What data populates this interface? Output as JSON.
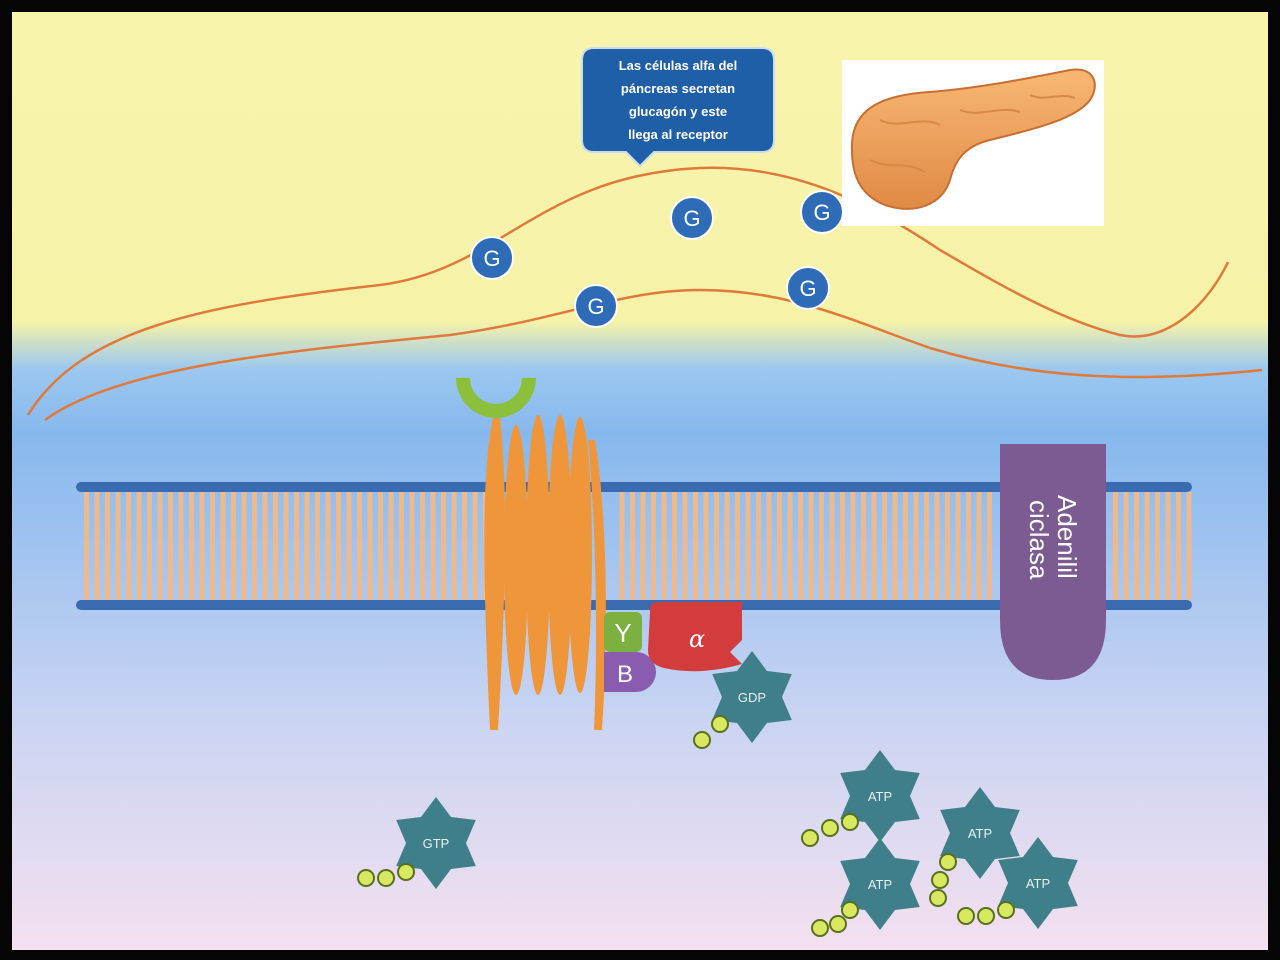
{
  "callout": {
    "lines": [
      "Las células alfa del",
      "páncreas secretan",
      "glucagón y este",
      "llega al receptor"
    ]
  },
  "glucagon": {
    "symbol": "G"
  },
  "g_protein": {
    "gamma_label": "Y",
    "beta_label": "B",
    "alpha_label": "α",
    "gdp_label": "GDP"
  },
  "enzyme": {
    "label_line1": "Adenilil",
    "label_line2": "ciclasa"
  },
  "molecules": {
    "gtp_label": "GTP",
    "atp_label": "ATP"
  },
  "colors": {
    "extracellular": "#f7f3a8",
    "cytoplasm_top": "#8cbcf0",
    "cytoplasm_bottom": "#f2dff0",
    "membrane_head": "#3a6bb0",
    "lipid_tail": "#f0b98a",
    "receptor": "#f0963a",
    "receptor_site": "#8cbf3c",
    "alpha": "#d23c3c",
    "beta": "#8a5cb0",
    "gamma": "#7cb040",
    "adenylyl_cyclase": "#7b5b92",
    "star": "#3f7f8a",
    "phosphate": "#d8e860",
    "glucagon": "#2f6cb8",
    "callout": "#1f5fa8",
    "vessel_line": "#e07a3a"
  }
}
